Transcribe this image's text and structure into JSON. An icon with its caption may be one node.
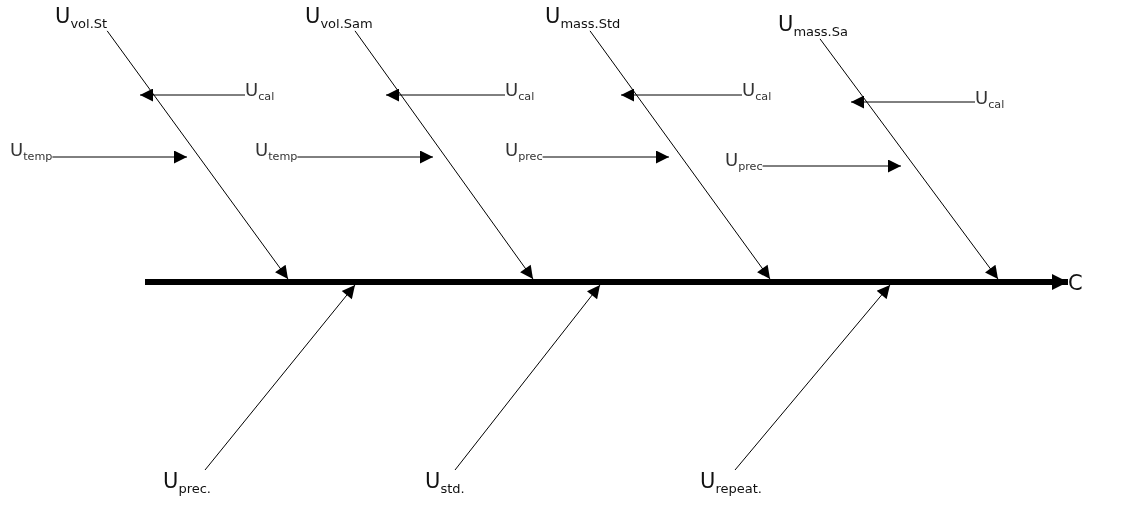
{
  "diagram": {
    "nodes": [
      {
        "text": [
          "U$_{vol.St}$"
        ]
      },
      {
        "text": [
          "U$_{vol.Sam}$"
        ]
      },
      {
        "text": [
          "U$_{mass.Std}$"
        ]
      },
      {
        "text": [
          "U$_{mass.Sa}$"
        ]
      },
      {
        "text": [
          "U$_{cal}$"
        ]
      },
      {
        "text": [
          "U$_{cal}$"
        ]
      },
      {
        "text": [
          "U$_{cal}$"
        ]
      },
      {
        "text": [
          "U$_{cal}$"
        ]
      },
      {
        "text": [
          "U$_{temp}$"
        ]
      },
      {
        "text": [
          "U$_{temp}$"
        ]
      },
      {
        "text": [
          "U$_{prec}$"
        ]
      },
      {
        "text": [
          "U$_{prec}$"
        ]
      },
      {
        "text": [],
        "shape": "bar"
      },
      {
        "text": [
          "C"
        ]
      },
      {
        "text": [
          "U$_{prec.}$"
        ]
      },
      {
        "text": [
          "U$_{std.}$"
        ]
      },
      {
        "text": [
          "U$_{repeat.}$"
        ]
      }
    ],
    "edges": [
      {
        "from": 0,
        "to": 12,
        "arrow": "to"
      },
      {
        "from": 1,
        "to": 12,
        "arrow": "to"
      },
      {
        "from": 2,
        "to": 12,
        "arrow": "to"
      },
      {
        "from": 3,
        "to": 12,
        "arrow": "to"
      },
      {
        "from": 4,
        "to": null,
        "arrow": "to"
      },
      {
        "from": 5,
        "to": null,
        "arrow": "to"
      },
      {
        "from": 6,
        "to": null,
        "arrow": "to"
      },
      {
        "from": 7,
        "to": null,
        "arrow": "to"
      },
      {
        "from": 8,
        "to": null,
        "arrow": "to"
      },
      {
        "from": 9,
        "to": null,
        "arrow": "to"
      },
      {
        "from": 10,
        "to": null,
        "arrow": "to"
      },
      {
        "from": 11,
        "to": null,
        "arrow": "to"
      },
      {
        "from": 12,
        "to": 13,
        "arrow": "to",
        "style": "thick"
      },
      {
        "from": 14,
        "to": 12,
        "arrow": "to"
      },
      {
        "from": 15,
        "to": 12,
        "arrow": "to"
      },
      {
        "from": 16,
        "to": 12,
        "arrow": "to"
      }
    ]
  }
}
